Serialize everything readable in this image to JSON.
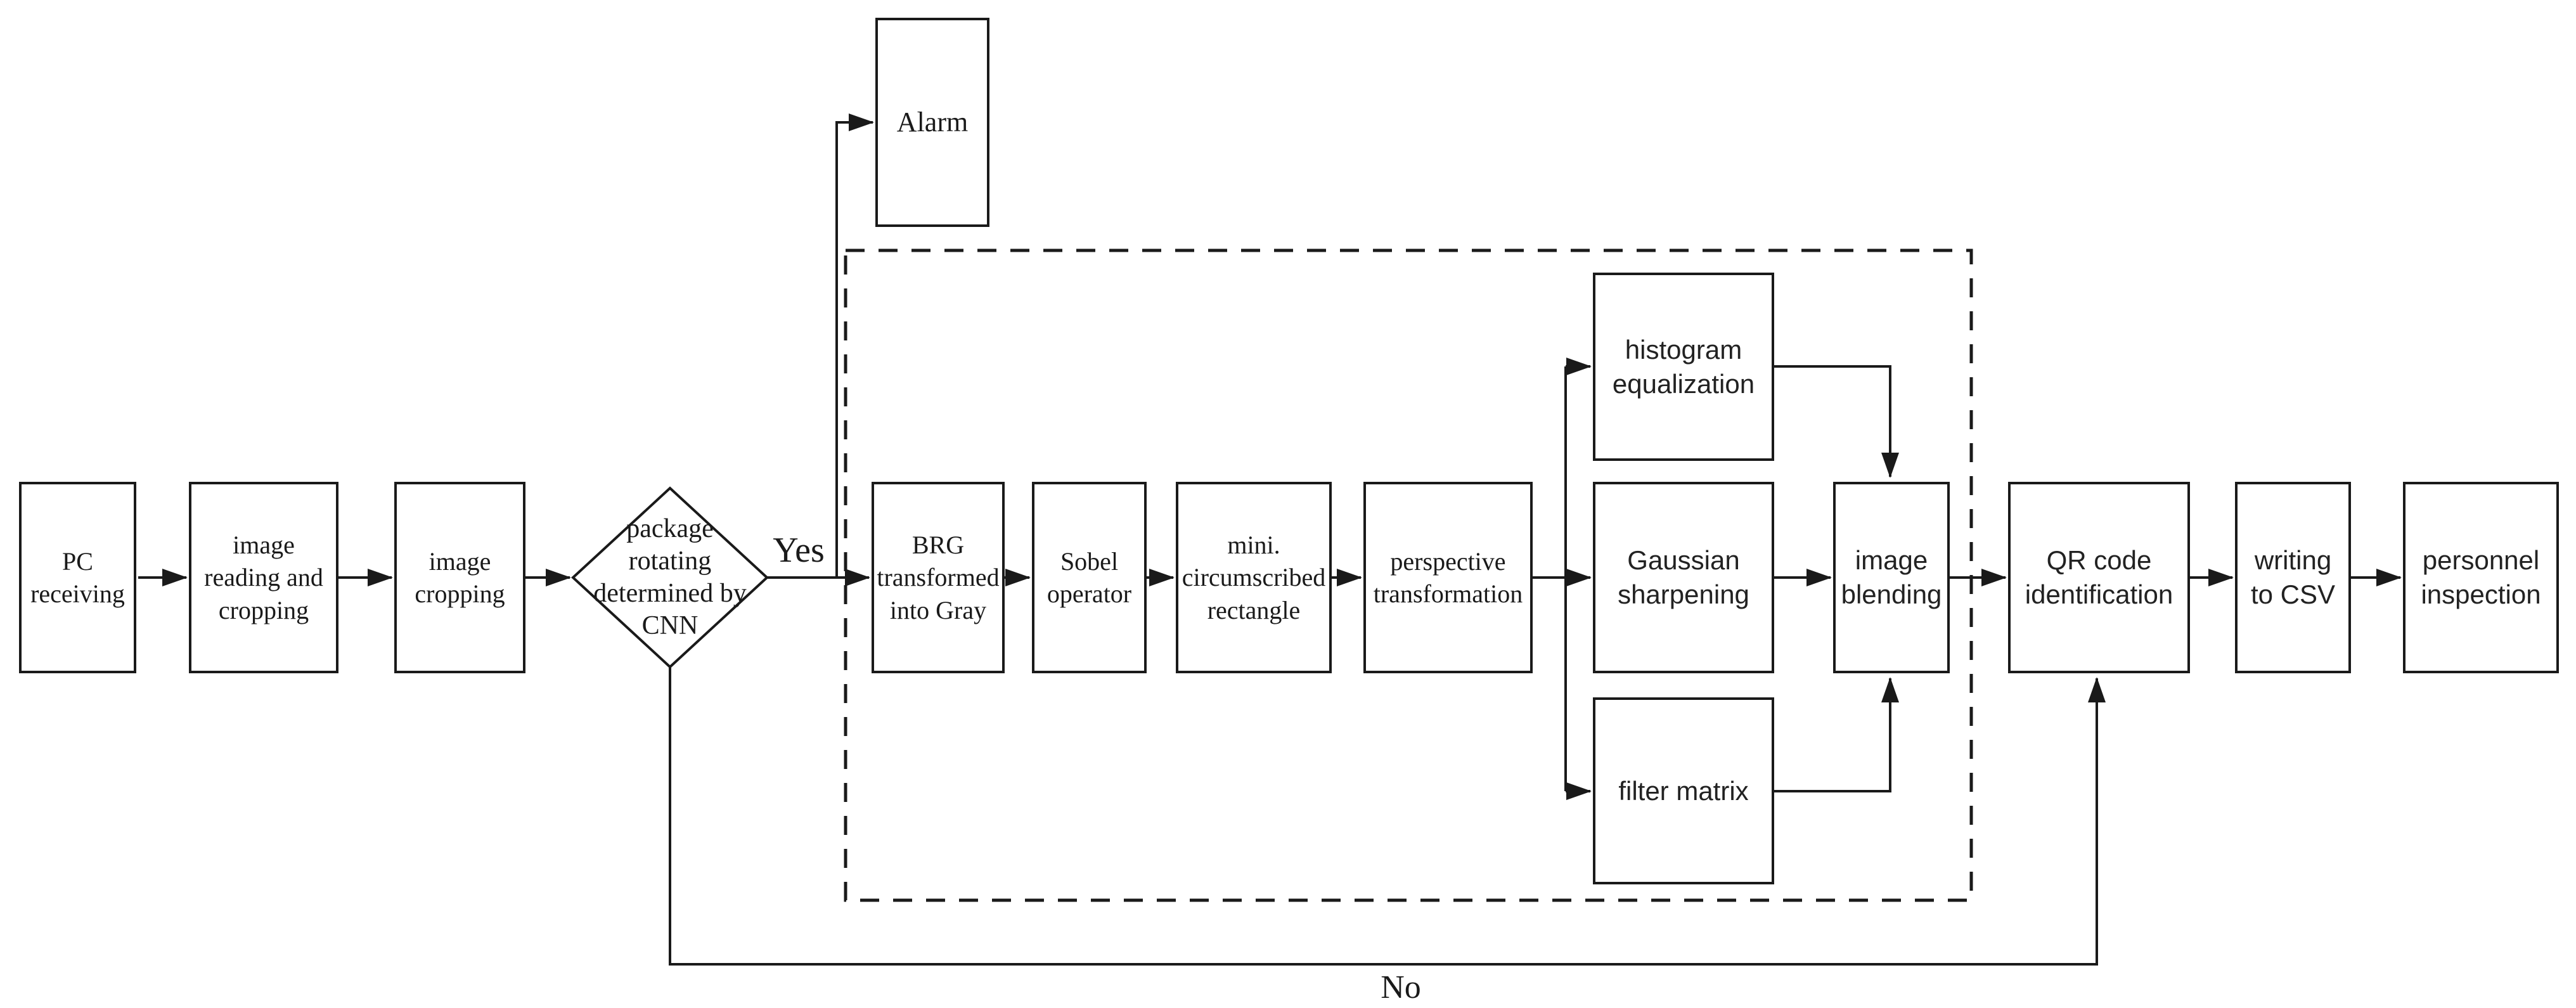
{
  "diagram": {
    "type": "flowchart",
    "colors": {
      "line": "#1a1a1a",
      "background": "#ffffff"
    },
    "nodes": {
      "pc_receiving": {
        "label": "PC receiving",
        "shape": "rect"
      },
      "image_reading": {
        "label": "image reading and cropping",
        "shape": "rect"
      },
      "image_cropping": {
        "label": "image cropping",
        "shape": "rect"
      },
      "cnn_decision": {
        "label": "package rotating determined by CNN",
        "shape": "diamond"
      },
      "alarm": {
        "label": "Alarm",
        "shape": "rect"
      },
      "brg_gray": {
        "label": "BRG transformed into Gray",
        "shape": "rect",
        "group": "dashed"
      },
      "sobel": {
        "label": "Sobel operator",
        "shape": "rect",
        "group": "dashed"
      },
      "mini_rect": {
        "label": "mini. circumscribed rectangle",
        "shape": "rect",
        "group": "dashed"
      },
      "perspective": {
        "label": "perspective transformation",
        "shape": "rect",
        "group": "dashed"
      },
      "histogram": {
        "label": "histogram equalization",
        "shape": "rect",
        "group": "dashed"
      },
      "gaussian": {
        "label": "Gaussian sharpening",
        "shape": "rect",
        "group": "dashed"
      },
      "filter_matrix": {
        "label": "filter matrix",
        "shape": "rect",
        "group": "dashed"
      },
      "image_blending": {
        "label": "image blending",
        "shape": "rect",
        "group": "dashed"
      },
      "qr_code": {
        "label": "QR code identification",
        "shape": "rect"
      },
      "write_csv": {
        "label": "writing to CSV",
        "shape": "rect"
      },
      "personnel": {
        "label": "personnel inspection",
        "shape": "rect"
      }
    },
    "edge_labels": {
      "yes": "Yes",
      "no": "No"
    },
    "edges": [
      {
        "from": "pc_receiving",
        "to": "image_reading"
      },
      {
        "from": "image_reading",
        "to": "image_cropping"
      },
      {
        "from": "image_cropping",
        "to": "cnn_decision"
      },
      {
        "from": "cnn_decision",
        "to": "alarm",
        "label": "Yes"
      },
      {
        "from": "cnn_decision",
        "to": "brg_gray",
        "label": "Yes"
      },
      {
        "from": "cnn_decision",
        "to": "qr_code",
        "label": "No"
      },
      {
        "from": "brg_gray",
        "to": "sobel"
      },
      {
        "from": "sobel",
        "to": "mini_rect"
      },
      {
        "from": "mini_rect",
        "to": "perspective"
      },
      {
        "from": "perspective",
        "to": "histogram"
      },
      {
        "from": "perspective",
        "to": "gaussian"
      },
      {
        "from": "perspective",
        "to": "filter_matrix"
      },
      {
        "from": "histogram",
        "to": "image_blending"
      },
      {
        "from": "gaussian",
        "to": "image_blending"
      },
      {
        "from": "filter_matrix",
        "to": "image_blending"
      },
      {
        "from": "image_blending",
        "to": "qr_code"
      },
      {
        "from": "qr_code",
        "to": "write_csv"
      },
      {
        "from": "write_csv",
        "to": "personnel"
      }
    ]
  }
}
